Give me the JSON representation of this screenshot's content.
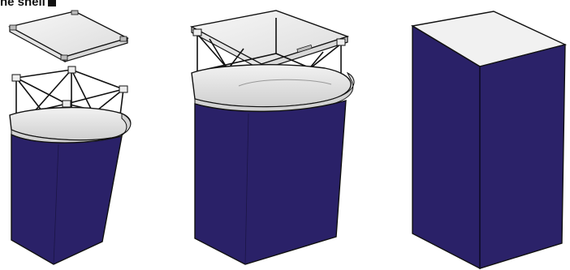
{
  "caption": {
    "text": "ne shell",
    "marker_icon": "black-square-icon"
  },
  "colors": {
    "panel_navy": "#2a2168",
    "panel_outline": "#111111",
    "top_light": "#f1f1f1",
    "top_edge": "#c9c9c9",
    "frame_steel": "#ececec"
  },
  "panels": [
    {
      "name": "exploded-counter",
      "description_icon": "truss-frame-icon"
    },
    {
      "name": "assembled-counter-with-frame",
      "description_icon": "truss-frame-icon"
    },
    {
      "name": "plain-pedestal",
      "description_icon": "box-pedestal-icon"
    }
  ]
}
